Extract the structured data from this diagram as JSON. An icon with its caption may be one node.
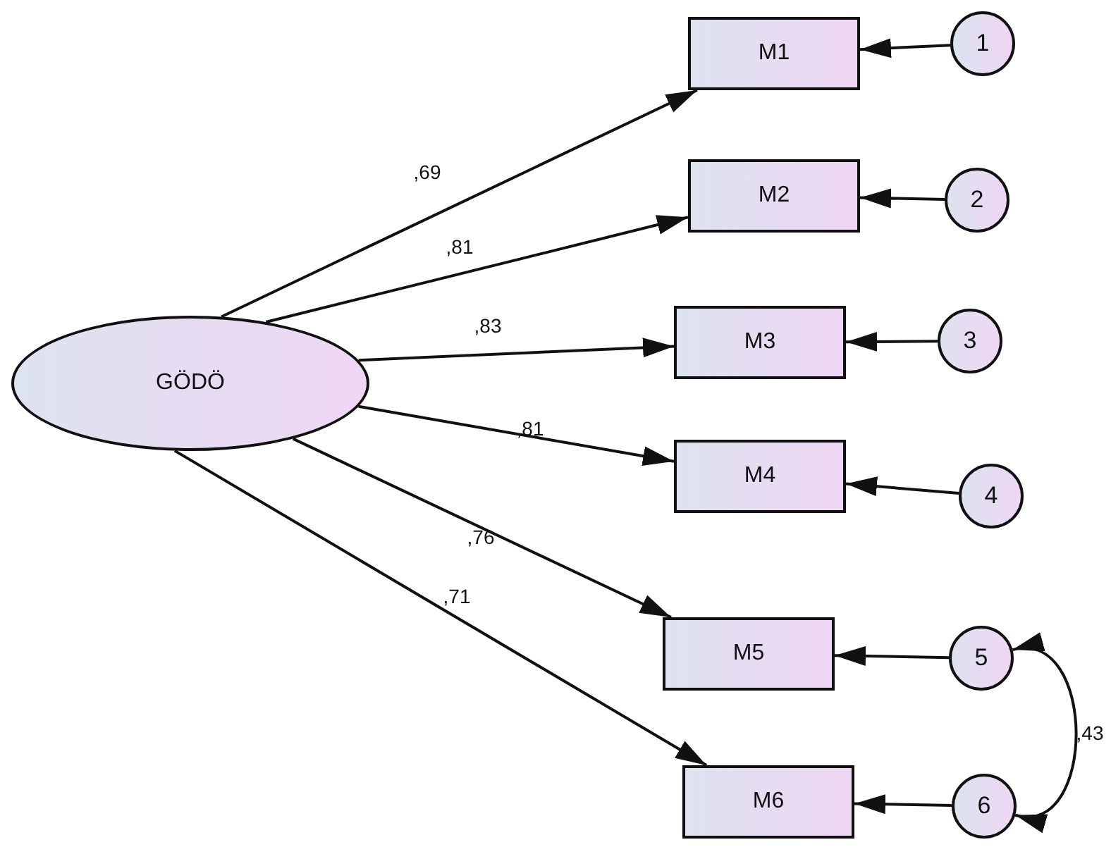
{
  "diagram": {
    "nodes": [
      {
        "text": [
          "GÖDÖ"
        ]
      },
      {
        "text": [
          "M1"
        ]
      },
      {
        "text": [
          "M2"
        ]
      },
      {
        "text": [
          "M3"
        ]
      },
      {
        "text": [
          "M4"
        ]
      },
      {
        "text": [
          "M5"
        ]
      },
      {
        "text": [
          "M6"
        ]
      },
      {
        "text": [
          "1"
        ]
      },
      {
        "text": [
          "2"
        ]
      },
      {
        "text": [
          "3"
        ]
      },
      {
        "text": [
          "4"
        ]
      },
      {
        "text": [
          "5"
        ]
      },
      {
        "text": [
          "6"
        ]
      }
    ],
    "edges": [
      {
        "from": 0,
        "to": 1,
        "arrow": "to",
        "label": ",69"
      },
      {
        "from": 0,
        "to": 2,
        "arrow": "to",
        "label": ",81"
      },
      {
        "from": 0,
        "to": 3,
        "arrow": "to",
        "label": ",83"
      },
      {
        "from": 0,
        "to": 4,
        "arrow": "to",
        "label": ",81"
      },
      {
        "from": 0,
        "to": 5,
        "arrow": "to",
        "label": ",76"
      },
      {
        "from": 0,
        "to": 6,
        "arrow": "to",
        "label": ",71"
      },
      {
        "from": 7,
        "to": 1,
        "arrow": "to"
      },
      {
        "from": 8,
        "to": 2,
        "arrow": "to"
      },
      {
        "from": 9,
        "to": 3,
        "arrow": "to"
      },
      {
        "from": 10,
        "to": 4,
        "arrow": "to"
      },
      {
        "from": 11,
        "to": 5,
        "arrow": "to"
      },
      {
        "from": 12,
        "to": 6,
        "arrow": "to"
      },
      {
        "from": 11,
        "to": 12,
        "arrow": "both",
        "label": ",43"
      }
    ]
  }
}
